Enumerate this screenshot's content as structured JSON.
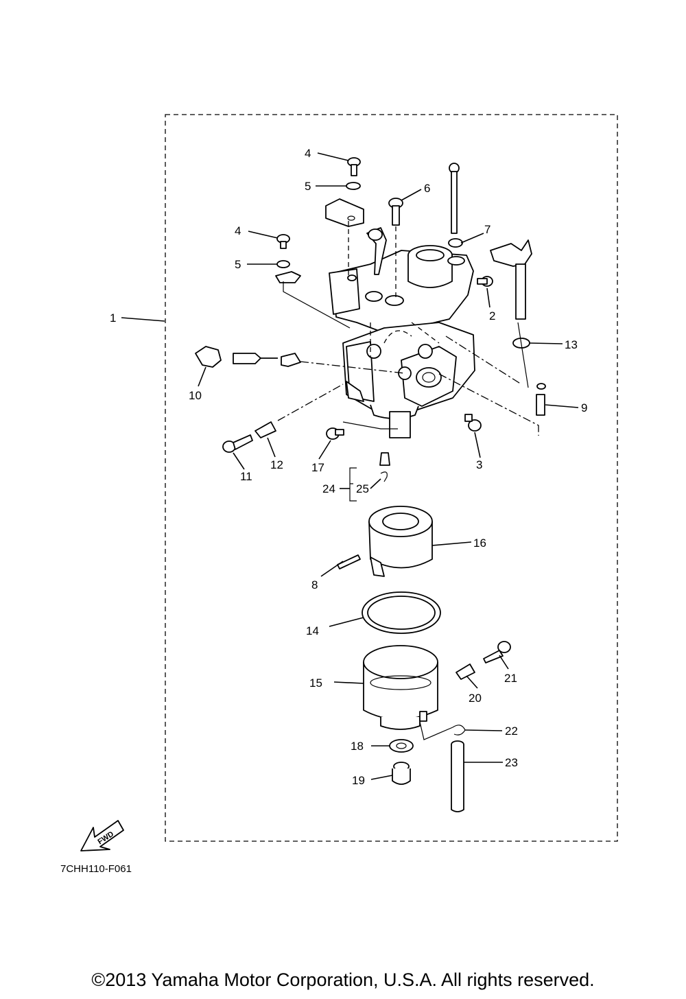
{
  "figure_code": "7CHH110-F061",
  "copyright": "©2013 Yamaha Motor Corporation, U.S.A. All rights reserved.",
  "fwd_label": "FWD",
  "callouts": {
    "p1": "1",
    "p2": "2",
    "p3": "3",
    "p4a": "4",
    "p4b": "4",
    "p5a": "5",
    "p5b": "5",
    "p6": "6",
    "p7": "7",
    "p8": "8",
    "p9": "9",
    "p10": "10",
    "p11": "11",
    "p12": "12",
    "p13": "13",
    "p14": "14",
    "p15": "15",
    "p16": "16",
    "p17": "17",
    "p18": "18",
    "p19": "19",
    "p20": "20",
    "p21": "21",
    "p22": "22",
    "p23": "23",
    "p24": "24",
    "p25": "25"
  }
}
